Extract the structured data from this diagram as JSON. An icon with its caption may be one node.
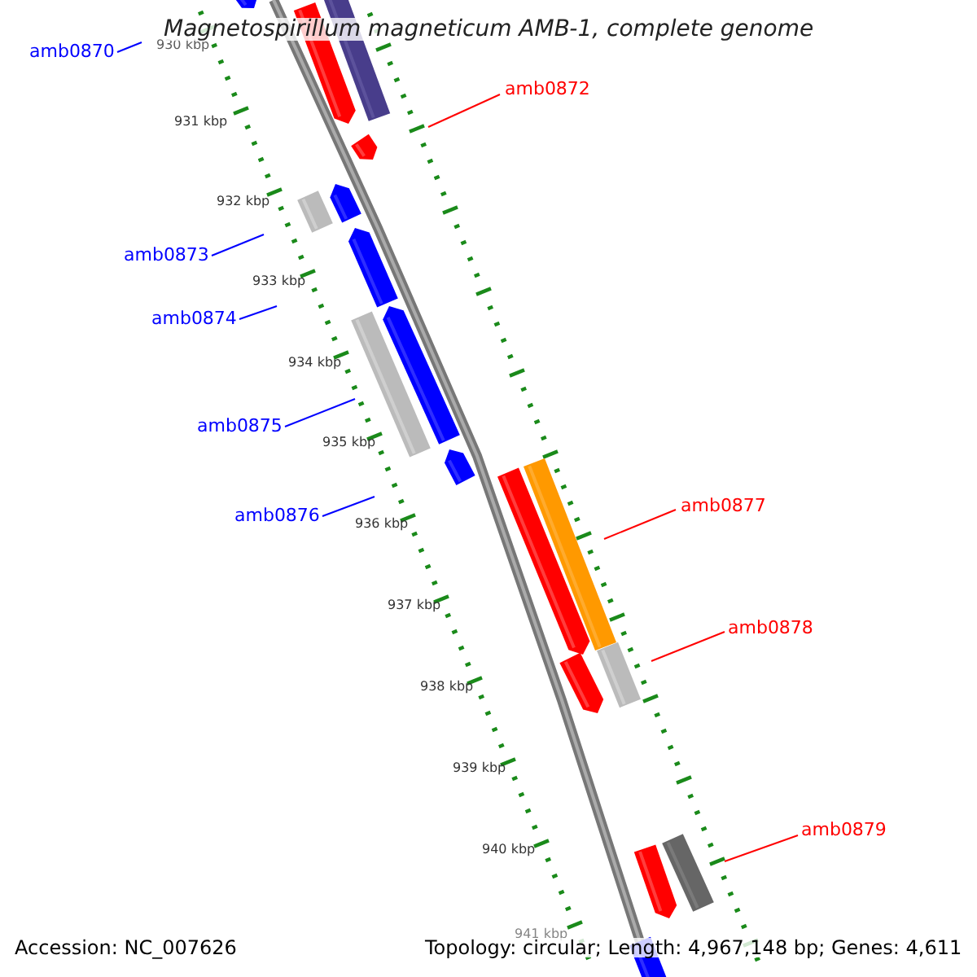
{
  "diagram": {
    "title": "Magnetospirillum magneticum AMB-1, complete genome",
    "nodes": [
      {
        "text": [
          "amb0870"
        ]
      },
      {
        "text": [
          "amb0872"
        ]
      },
      {
        "text": [
          "amb0873"
        ]
      },
      {
        "text": [
          "amb0874"
        ]
      },
      {
        "text": [
          "amb0875"
        ]
      },
      {
        "text": [
          "amb0877"
        ]
      },
      {
        "text": [
          "amb0876"
        ]
      },
      {
        "text": [
          "amb0878"
        ]
      },
      {
        "text": [
          "amb0879"
        ]
      }
    ],
    "edges": [
      {
        "from": 0,
        "to": null,
        "arrow": "none",
        "color": "#0000ff"
      },
      {
        "from": 1,
        "to": null,
        "arrow": "none",
        "color": "#ff0000"
      },
      {
        "from": 2,
        "to": null,
        "arrow": "none",
        "color": "#0000ff"
      },
      {
        "from": 3,
        "to": null,
        "arrow": "none",
        "color": "#0000ff"
      },
      {
        "from": 4,
        "to": null,
        "arrow": "none",
        "color": "#0000ff"
      },
      {
        "from": 5,
        "to": null,
        "arrow": "none",
        "color": "#ff0000"
      },
      {
        "from": 6,
        "to": null,
        "arrow": "none",
        "color": "#0000ff"
      },
      {
        "from": 7,
        "to": null,
        "arrow": "none",
        "color": "#ff0000"
      },
      {
        "from": 8,
        "to": null,
        "arrow": "none",
        "color": "#ff0000"
      }
    ],
    "labels": [
      "930 kbp",
      "931 kbp",
      "932 kbp",
      "933 kbp",
      "934 kbp",
      "935 kbp",
      "936 kbp",
      "937 kbp",
      "938 kbp",
      "939 kbp",
      "940 kbp",
      "941 kbp",
      "Accession: NC_007626",
      "Topology: circular; Length: 4,967,148 bp; Genes: 4,611"
    ]
  }
}
